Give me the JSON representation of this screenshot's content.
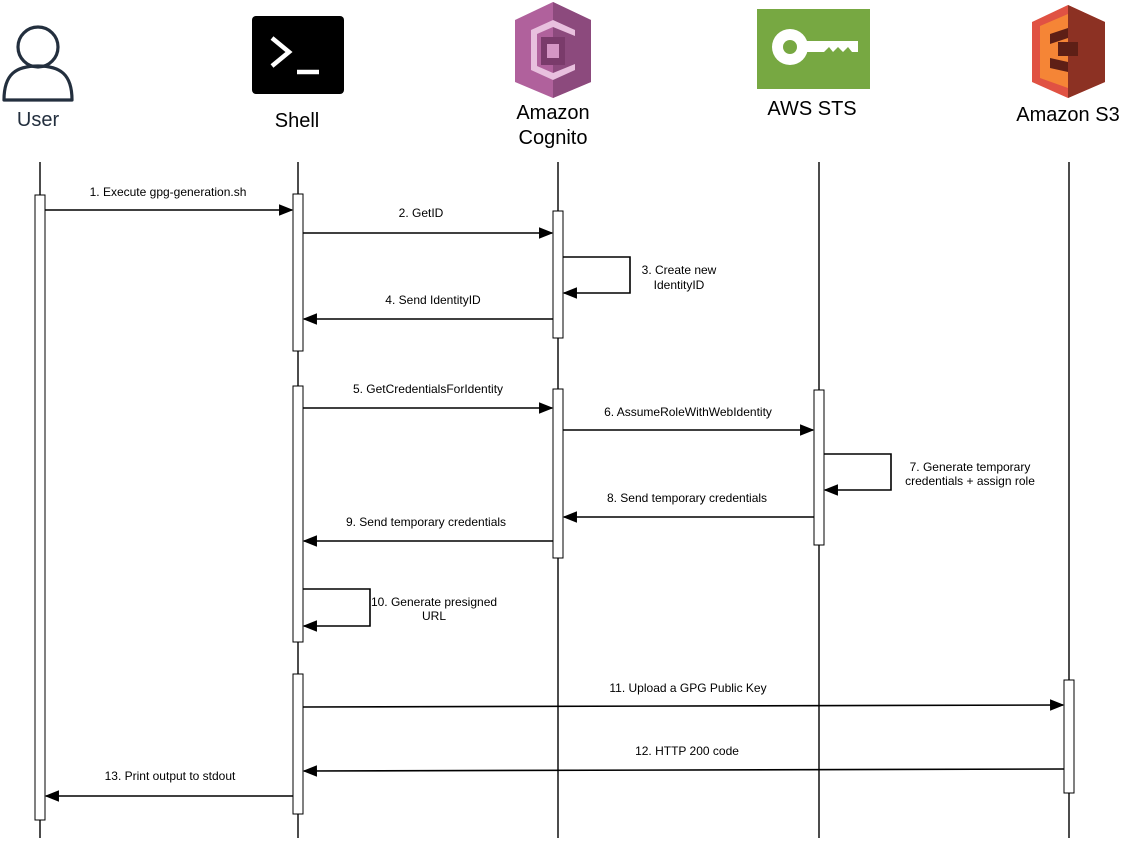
{
  "actors": [
    {
      "id": "user",
      "label": "User",
      "icon": "user-icon"
    },
    {
      "id": "shell",
      "label": "Shell",
      "icon": "terminal-icon"
    },
    {
      "id": "cognito",
      "label_lines": [
        "Amazon",
        "Cognito"
      ],
      "icon": "amazon-cognito-icon"
    },
    {
      "id": "sts",
      "label": "AWS STS",
      "icon": "key-icon"
    },
    {
      "id": "s3",
      "label": "Amazon S3",
      "icon": "amazon-s3-bucket-icon"
    }
  ],
  "messages": [
    {
      "label": "1. Execute gpg-generation.sh"
    },
    {
      "label": "2. GetID"
    },
    {
      "label_lines": [
        "3. Create new",
        "IdentityID"
      ]
    },
    {
      "label": "4. Send IdentityID"
    },
    {
      "label": "5. GetCredentialsForIdentity"
    },
    {
      "label": "6. AssumeRoleWithWebIdentity"
    },
    {
      "label_lines": [
        "7. Generate temporary",
        "credentials + assign role"
      ]
    },
    {
      "label": "8. Send temporary credentials"
    },
    {
      "label": "9. Send temporary credentials"
    },
    {
      "label_lines": [
        "10. Generate presigned",
        "URL"
      ]
    },
    {
      "label": "11. Upload a GPG Public Key"
    },
    {
      "label": "12. HTTP 200 code"
    },
    {
      "label": "13. Print output to stdout"
    }
  ],
  "colors": {
    "cognito": "#b0619c",
    "sts": "#77a842",
    "s3": "#e05243",
    "terminal": "#000000",
    "user_outline": "#232f3e"
  }
}
